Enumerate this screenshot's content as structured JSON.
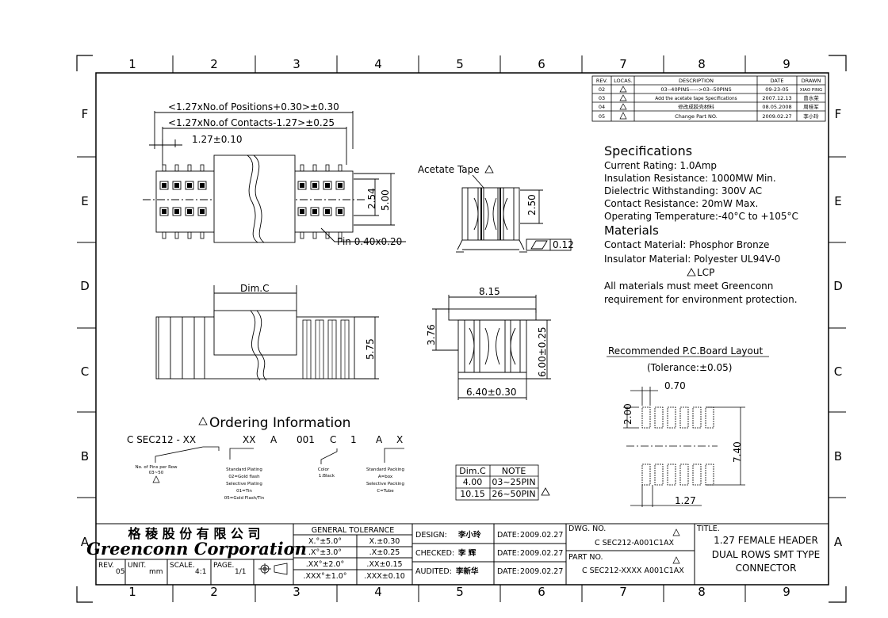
{
  "border": {
    "cols_top": [
      "1",
      "2",
      "3",
      "4",
      "5",
      "6",
      "7",
      "8",
      "9"
    ],
    "cols_bottom": [
      "1",
      "2",
      "3",
      "4",
      "5",
      "6",
      "7",
      "8",
      "9"
    ],
    "rows_left": [
      "F",
      "E",
      "D",
      "C",
      "B",
      "A"
    ],
    "rows_right": [
      "F",
      "E",
      "D",
      "C",
      "B",
      "A"
    ]
  },
  "revision_table": {
    "headers": [
      "REV.",
      "LOCAS.",
      "DESCRIPTION",
      "DATE",
      "DRAWN"
    ],
    "rows": [
      {
        "rev": "02",
        "desc": "03--40PINS----->03--50PINS",
        "date": "09-23-05",
        "drawn": "XIAO PING"
      },
      {
        "rev": "03",
        "desc": "Add the acetate tape Specifications",
        "date": "2007.12.13",
        "drawn": "曾水荣"
      },
      {
        "rev": "04",
        "desc": "修改成胶壳材料",
        "date": "08.05.2008",
        "drawn": "周桂军"
      },
      {
        "rev": "05",
        "desc": "Change Part NO.",
        "date": "2009.02.27",
        "drawn": "李小玲"
      }
    ]
  },
  "specifications": {
    "title": "Specifications",
    "lines": [
      "Current Rating: 1.0Amp",
      "Insulation Resistance: 1000MW Min.",
      "Dielectric Withstanding: 300V AC",
      "Contact Resistance: 20mW Max.",
      "Operating Temperature:-40°C to +105°C"
    ],
    "materials_title": "Materials",
    "materials_lines": [
      "Contact Material: Phosphor Bronze",
      "Insulator Material: Polyester UL94V-0"
    ],
    "lcp": "LCP",
    "note_lines": [
      "All materials must meet Greenconn",
      "requirement for environment protection."
    ]
  },
  "top_view": {
    "dim_positions": "<1.27xNo.of Positions+0.30>±0.30",
    "dim_contacts": "<1.27xNo.of Contacts-1.27>±0.25",
    "dim_pitch": "1.27±0.10",
    "dim_254": "2.54",
    "dim_500": "5.00",
    "pin_label": "Pin 0.40x0.20"
  },
  "front_view": {
    "dim_c": "Dim.C",
    "dim_575": "5.75"
  },
  "side_view": {
    "acetate": "Acetate Tape",
    "dim_250": "2.50",
    "flatness": "0.12"
  },
  "end_view": {
    "dim_815": "8.15",
    "dim_376": "3.76",
    "dim_600": "6.00±0.25",
    "dim_640": "6.40±0.30"
  },
  "pcb_layout": {
    "title": "Recommended P.C.Board Layout",
    "tolerance": "(Tolerance:±0.05)",
    "dim_070": "0.70",
    "dim_200": "2.00",
    "dim_740": "7.40",
    "dim_127": "1.27"
  },
  "ordering": {
    "title": "Ordering Information",
    "code_parts": [
      "C SEC212 - XX",
      "XX",
      "A",
      "001",
      "C",
      "1",
      "A",
      "X"
    ],
    "note_rows_per_row": [
      "No. of Pins per Row",
      "03~50"
    ],
    "note_plating": [
      "Standard Plating",
      "02=Gold flash",
      "Selective Plating",
      "01=Tin",
      "05=Gold Flash/Tin"
    ],
    "note_color": [
      "Color",
      "1:Black"
    ],
    "note_packing": [
      "Standard Packing",
      "A=box",
      "Selective Packing",
      "C=Tube"
    ]
  },
  "dimc_table": {
    "headers": [
      "Dim.C",
      "NOTE"
    ],
    "rows": [
      [
        "4.00",
        "03~25PIN"
      ],
      [
        "10.15",
        "26~50PIN"
      ]
    ]
  },
  "title_block": {
    "company_cn": "格 稜 股 份 有 限 公 司",
    "company_en": "Greenconn Corporation",
    "rev_label": "REV.",
    "rev_value": "05",
    "unit_label": "UNIT.",
    "unit_value": "mm",
    "scale_label": "SCALE.",
    "scale_value": "4:1",
    "page_label": "PAGE.",
    "page_value": "1/1",
    "tol_title": "GENERAL TOLERANCE",
    "tol_rows": [
      [
        "X.°±5.0°",
        "X.±0.30"
      ],
      [
        ".X°±3.0°",
        ".X±0.25"
      ],
      [
        ".XX°±2.0°",
        ".XX±0.15"
      ],
      [
        ".XXX°±1.0°",
        ".XXX±0.10"
      ]
    ],
    "design_label": "DESIGN:",
    "design_value": "李小玲",
    "checked_label": "CHECKED:",
    "checked_value": "李 辉",
    "audited_label": "AUDITED:",
    "audited_value": "李新华",
    "date_label": "DATE:",
    "date_value": "2009.02.27",
    "dwg_label": "DWG. NO.",
    "dwg_value": "C SEC212-A001C1AX",
    "part_label": "PART NO.",
    "part_value": "C SEC212-XXXX A001C1AX",
    "title_label": "TITLE.",
    "title_lines": [
      "1.27 FEMALE HEADER",
      "DUAL ROWS SMT TYPE",
      "CONNECTOR"
    ]
  }
}
